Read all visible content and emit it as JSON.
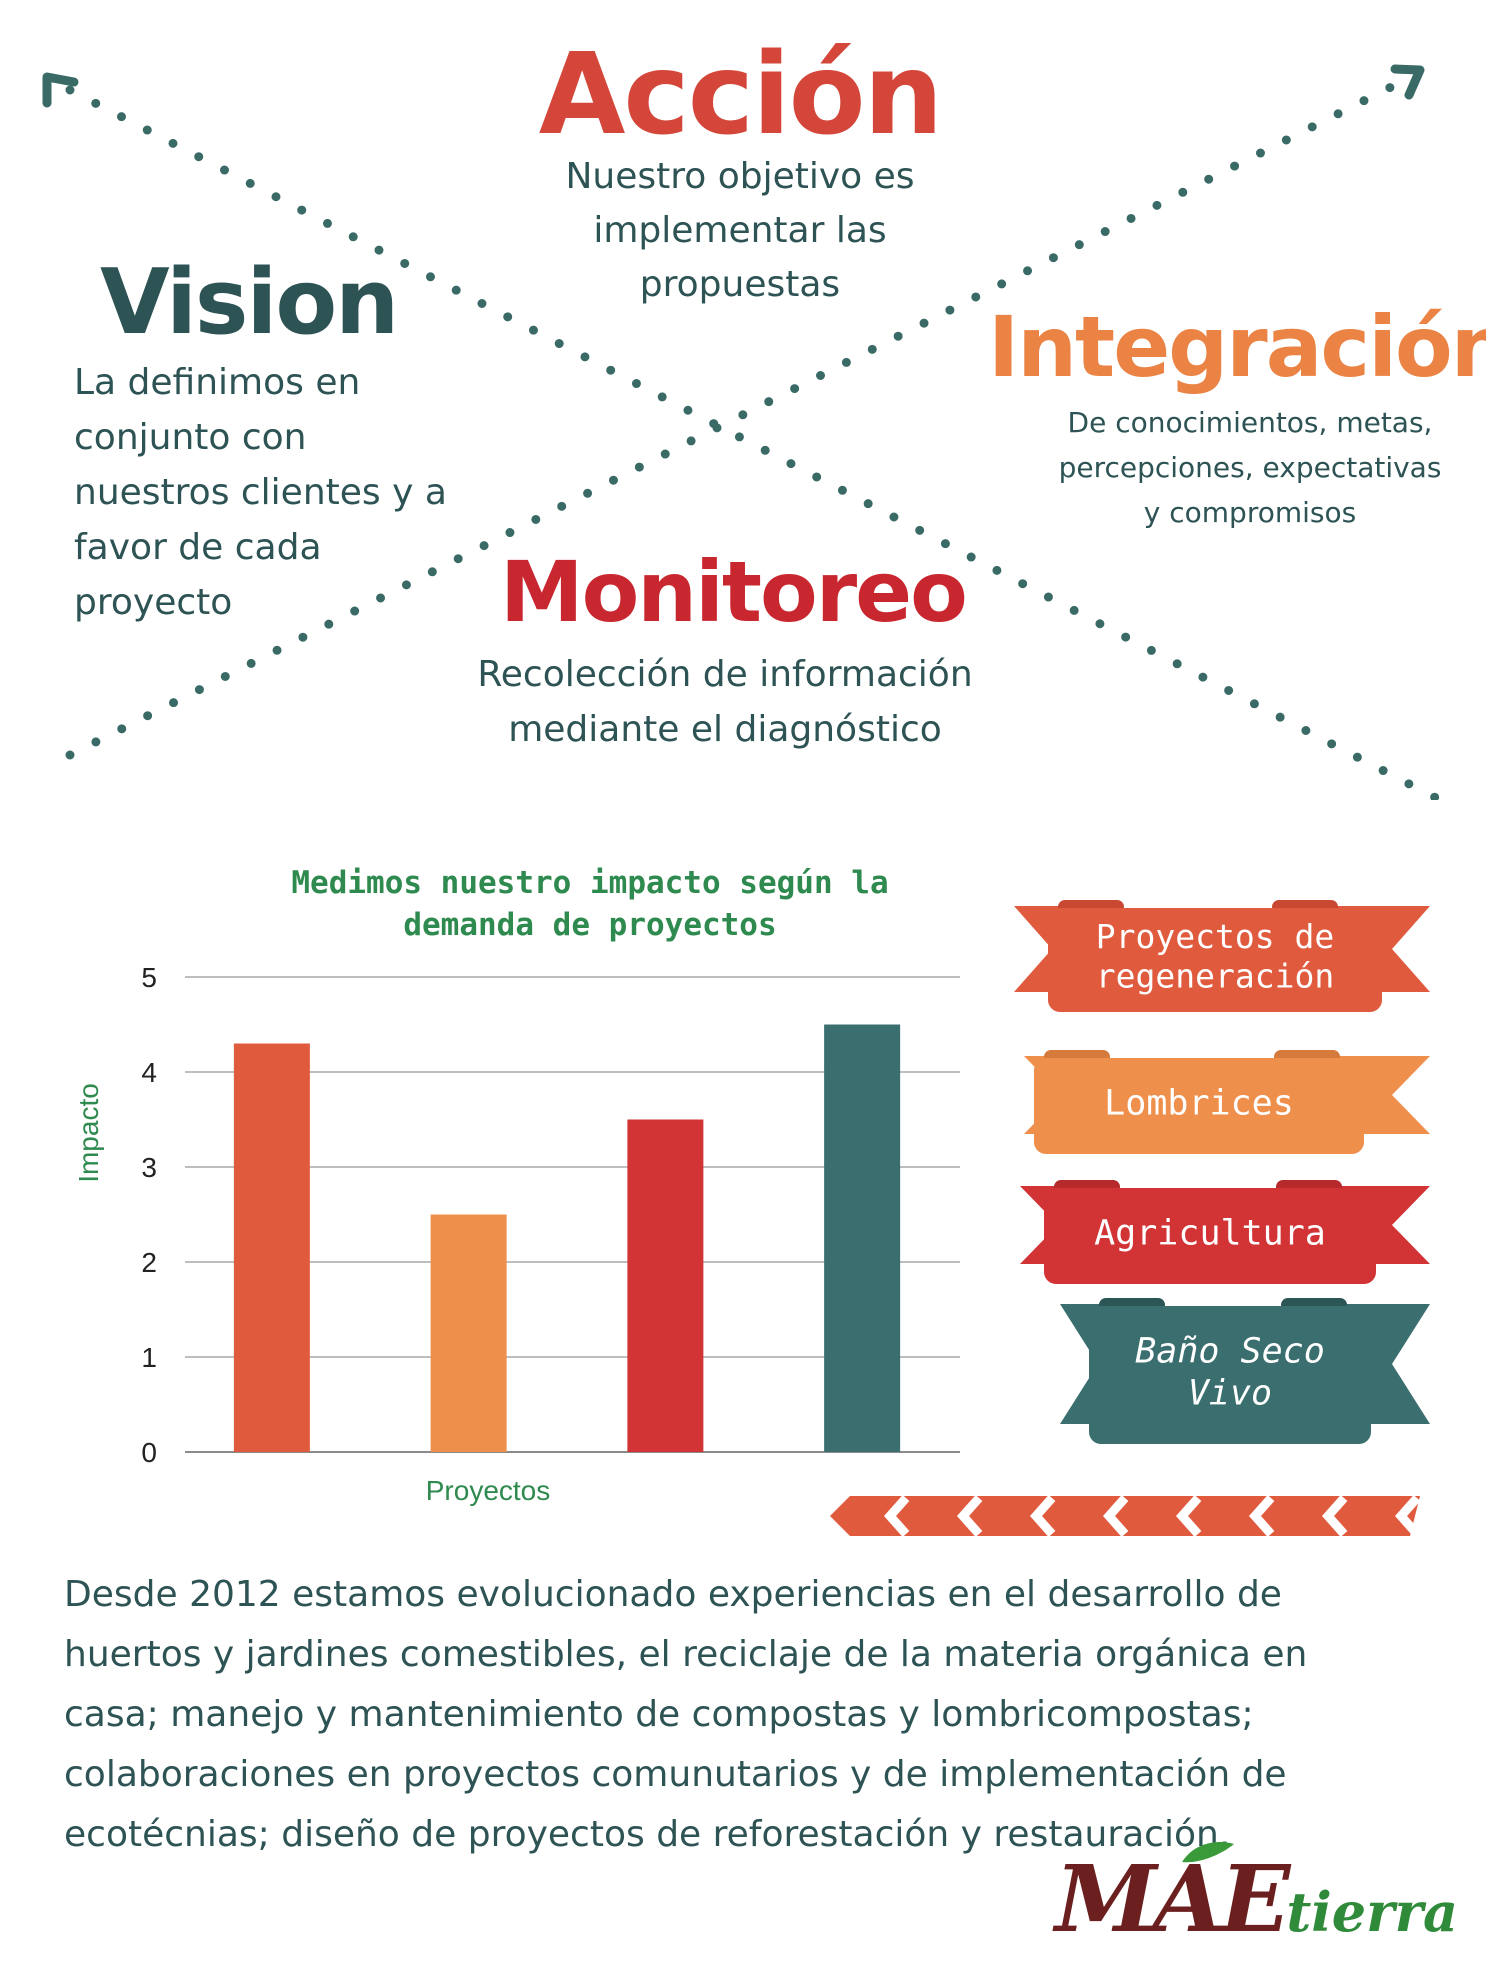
{
  "sections": {
    "accion": {
      "title": "Acción",
      "text": [
        "Nuestro objetivo es",
        "implementar las",
        "propuestas"
      ]
    },
    "vision": {
      "title": "Vision",
      "text": [
        "La definimos en",
        "conjunto con",
        "nuestros clientes y a",
        "favor de cada",
        "proyecto"
      ]
    },
    "integracion": {
      "title": "Integración",
      "text": [
        "De conocimientos, metas,",
        "percepciones, expectativas",
        "y compromisos"
      ]
    },
    "monitoreo": {
      "title": "Monitoreo",
      "text": [
        "Recolección de información",
        "mediante el diagnóstico"
      ]
    }
  },
  "chart_data": {
    "type": "bar",
    "title": [
      "Medimos nuestro impacto según la",
      "demanda de proyectos"
    ],
    "xlabel": "Proyectos",
    "ylabel": "Impacto",
    "ylim": [
      0,
      5
    ],
    "yticks": [
      0,
      1,
      2,
      3,
      4,
      5
    ],
    "grid": true,
    "values": [
      4.3,
      2.5,
      3.5,
      4.5
    ],
    "colors": [
      "#e05a3e",
      "#ef8f4c",
      "#d23436",
      "#3b6e6f"
    ]
  },
  "legend_ribbons": [
    {
      "label": [
        "Proyectos de",
        "regeneración"
      ],
      "color": "#e05a3e",
      "shade": "#c94832",
      "italic": false
    },
    {
      "label": [
        "Lombrices"
      ],
      "color": "#ef8f4c",
      "shade": "#d67a3c",
      "italic": false
    },
    {
      "label": [
        "Agricultura"
      ],
      "color": "#d23436",
      "shade": "#b62a2c",
      "italic": false
    },
    {
      "label": [
        "Baño Seco",
        "Vivo"
      ],
      "color": "#3b6e6f",
      "shade": "#2c5556",
      "italic": true
    }
  ],
  "paragraph": [
    "Desde 2012 estamos evolucionado experiencias en el desarrollo de",
    "huertos y jardines comestibles,  el reciclaje de la materia orgánica en",
    "casa; manejo y mantenimiento de compostas y lombricompostas;",
    "colaboraciones en proyectos comunutarios y de implementación de",
    "ecotécnias; diseño de proyectos de reforestación y restauración."
  ],
  "logo": {
    "mae": "MAE",
    "tierra": "tierra"
  },
  "colors": {
    "teal": "#2e5354",
    "dots": "#3a6a66",
    "accion": "#d4463a",
    "integracion": "#ea8344",
    "monitoreo": "#c9272f",
    "chart_title": "#2e8a4e",
    "chevron": "#e05a3e"
  },
  "icons": [
    "arrow-up-left-icon",
    "arrow-up-right-icon",
    "chevron-strip-icon",
    "leaf-icon"
  ]
}
